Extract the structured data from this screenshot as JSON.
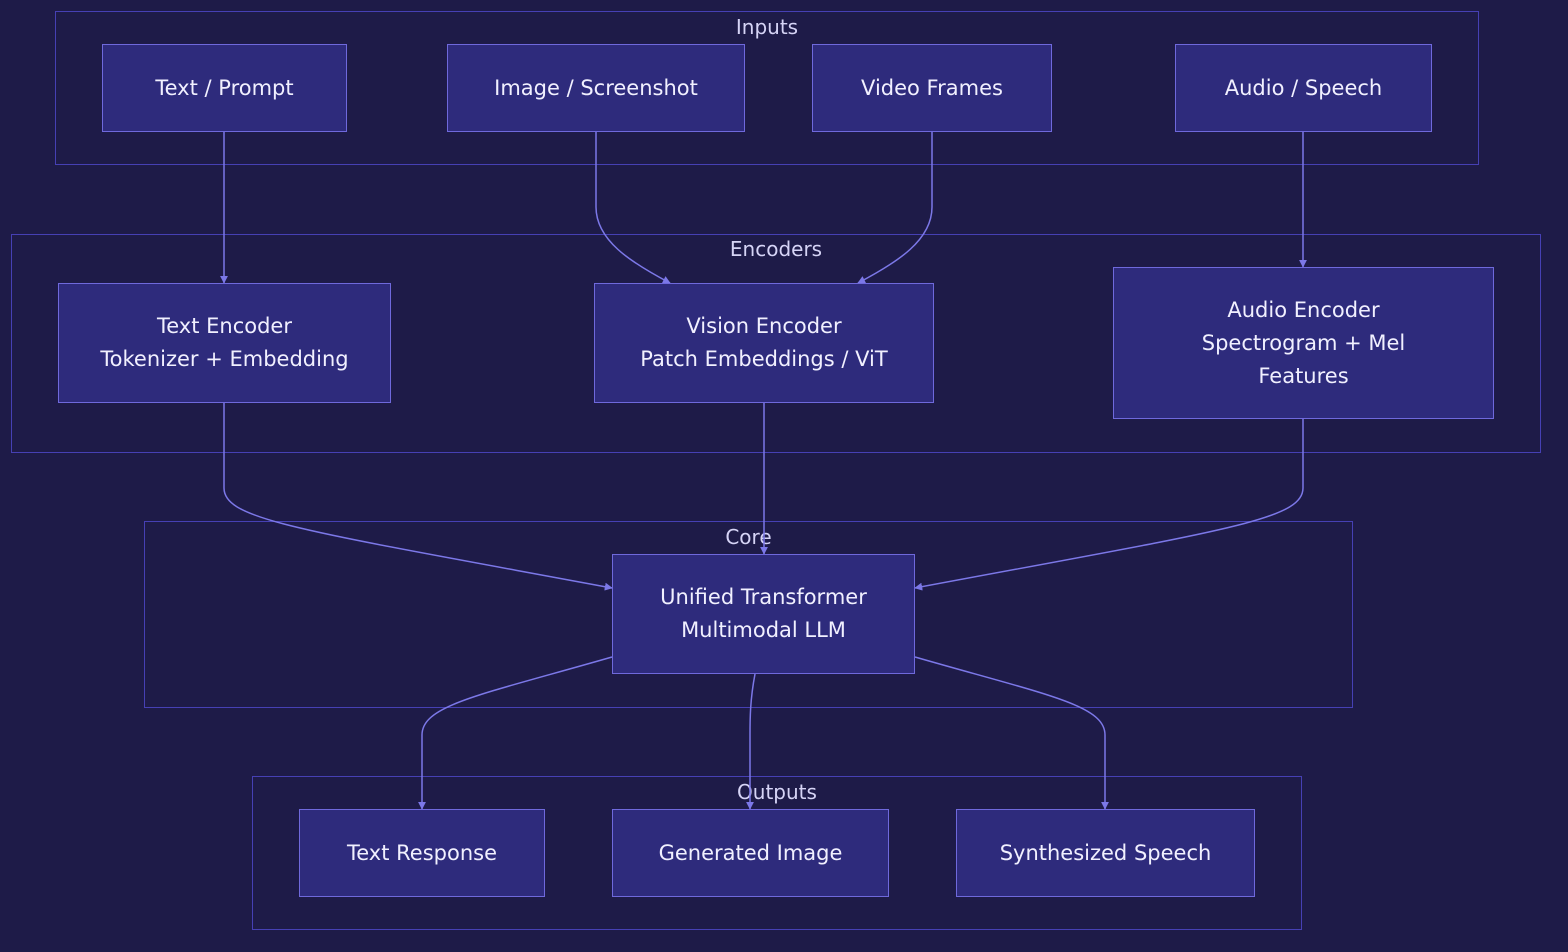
{
  "colors": {
    "background": "#1e1b48",
    "node_fill": "#2e2b7c",
    "node_border": "#6f69dc",
    "group_border": "#4640b4",
    "edge": "#7c78e8",
    "text": "#f1f0ff"
  },
  "groups": {
    "inputs": {
      "title": "Inputs"
    },
    "encoders": {
      "title": "Encoders"
    },
    "core": {
      "title": "Core"
    },
    "outputs": {
      "title": "Outputs"
    }
  },
  "nodes": {
    "text_prompt": {
      "lines": [
        "Text / Prompt"
      ]
    },
    "image_screenshot": {
      "lines": [
        "Image / Screenshot"
      ]
    },
    "video_frames": {
      "lines": [
        "Video Frames"
      ]
    },
    "audio_speech": {
      "lines": [
        "Audio / Speech"
      ]
    },
    "text_encoder": {
      "lines": [
        "Text Encoder",
        "Tokenizer + Embedding"
      ]
    },
    "vision_encoder": {
      "lines": [
        "Vision Encoder",
        "Patch Embeddings / ViT"
      ]
    },
    "audio_encoder": {
      "lines": [
        "Audio Encoder",
        "Spectrogram + Mel",
        "Features"
      ]
    },
    "unified_transformer": {
      "lines": [
        "Unified Transformer",
        "Multimodal LLM"
      ]
    },
    "text_response": {
      "lines": [
        "Text Response"
      ]
    },
    "generated_image": {
      "lines": [
        "Generated Image"
      ]
    },
    "synthesized_speech": {
      "lines": [
        "Synthesized Speech"
      ]
    }
  },
  "edges": [
    [
      "text_prompt",
      "text_encoder"
    ],
    [
      "image_screenshot",
      "vision_encoder"
    ],
    [
      "video_frames",
      "vision_encoder"
    ],
    [
      "audio_speech",
      "audio_encoder"
    ],
    [
      "text_encoder",
      "unified_transformer"
    ],
    [
      "vision_encoder",
      "unified_transformer"
    ],
    [
      "audio_encoder",
      "unified_transformer"
    ],
    [
      "unified_transformer",
      "text_response"
    ],
    [
      "unified_transformer",
      "generated_image"
    ],
    [
      "unified_transformer",
      "synthesized_speech"
    ]
  ]
}
